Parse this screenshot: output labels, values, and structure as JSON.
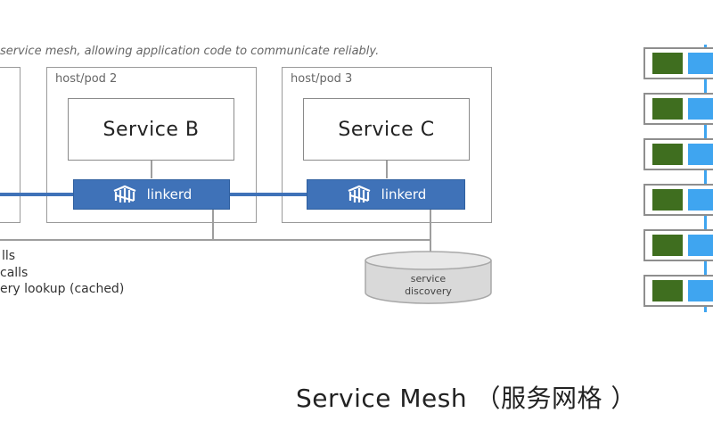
{
  "caption": "service mesh, allowing application code to communicate reliably.",
  "hosts": [
    {
      "label": "host/pod 2",
      "service": "Service B",
      "proxy": "linkerd"
    },
    {
      "label": "host/pod 3",
      "service": "Service C",
      "proxy": "linkerd"
    }
  ],
  "discovery": {
    "line1": "service",
    "line2": "discovery"
  },
  "legend": {
    "item1": "lls",
    "item2": "calls",
    "item3": "ery lookup (cached)"
  },
  "mesh_title": "Service Mesh （服务网格 ）",
  "colors": {
    "linkerd_blue": "#3f72b8",
    "grid_green": "#3f6e1f",
    "grid_blue": "#3fa5f0"
  },
  "icons": {
    "linkerd_logo": "linkerd-logo-icon"
  }
}
